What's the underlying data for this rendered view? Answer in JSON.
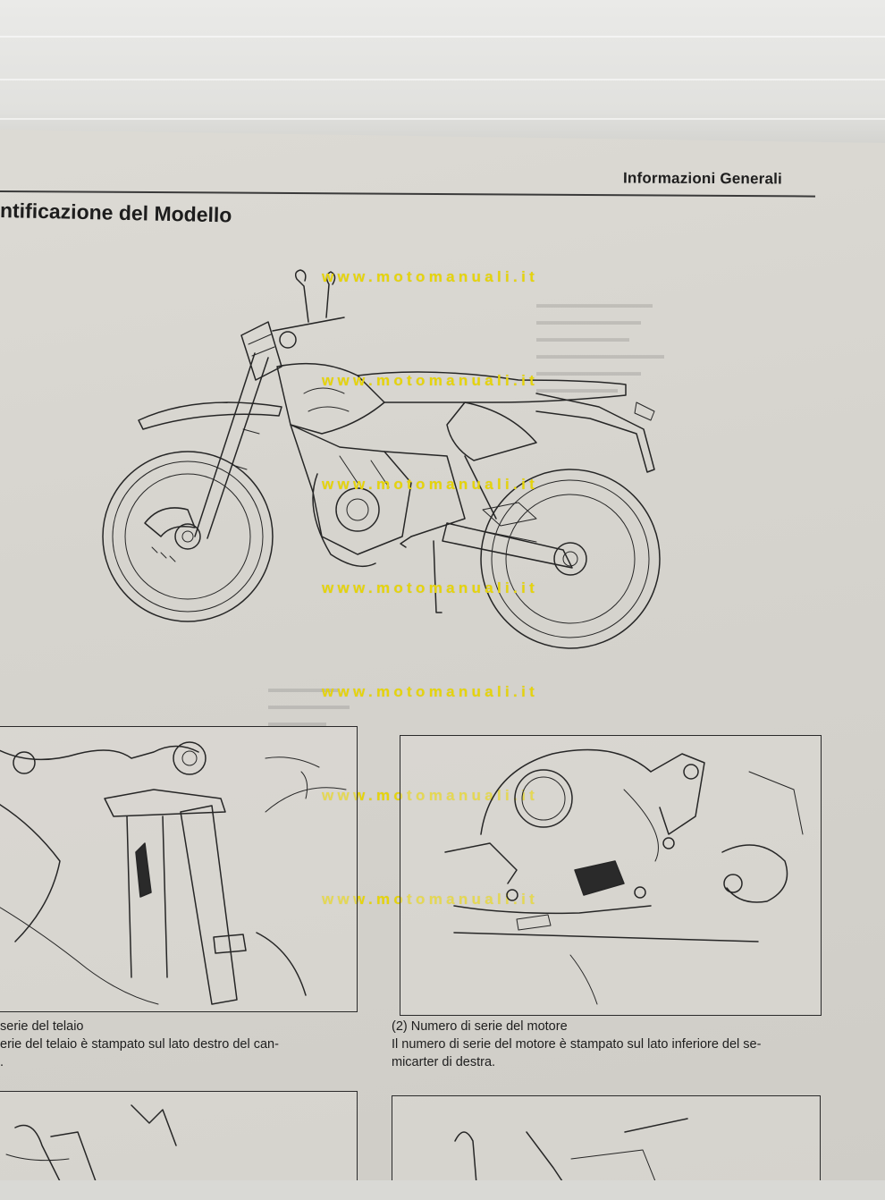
{
  "page": {
    "header": "Informazioni Generali",
    "section_title": "ntificazione del Modello",
    "watermark": "www.motomanuali.it"
  },
  "figures": {
    "frame": {
      "caption_line1": "serie del telaio",
      "caption_line2": "erie del telaio è stampato sul lato destro del can-",
      "caption_line3": "."
    },
    "engine": {
      "caption_line1": "(2) Numero di serie del motore",
      "caption_line2": "Il numero di serie del motore è stampato sul lato inferiore del se-",
      "caption_line3": "micarter di destra."
    }
  },
  "colors": {
    "paper": "#d6d4ce",
    "ink": "#1e1e1e",
    "watermark": "#e6d40a"
  }
}
